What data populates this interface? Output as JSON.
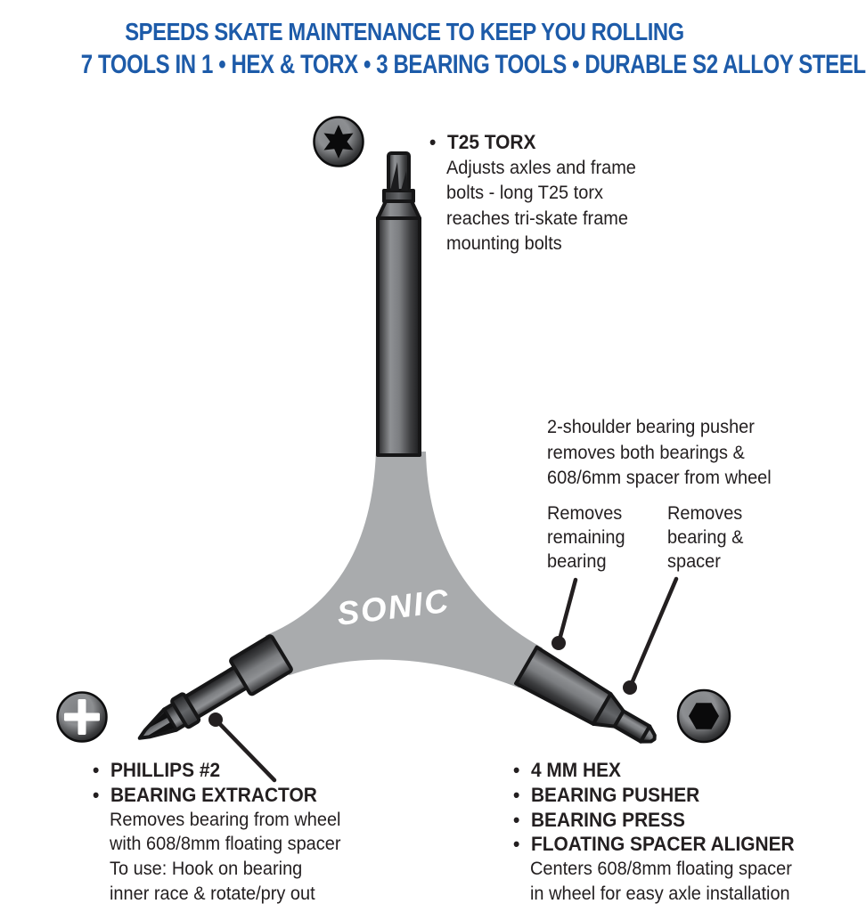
{
  "header": {
    "line1": "SPEEDS SKATE MAINTENANCE TO KEEP YOU ROLLING",
    "line2": "7 TOOLS IN 1 • HEX & TORX • 3 BEARING TOOLS • DURABLE S2 ALLOY STEEL"
  },
  "brand": {
    "name": "SONIC"
  },
  "ui": {
    "bullet": "•"
  },
  "callouts": {
    "torx": {
      "title": "T25 TORX",
      "lines": [
        "Adjusts axles and frame",
        "bolts - long T25 torx",
        "reaches tri-skate frame",
        "mounting bolts"
      ]
    },
    "pusher": {
      "lines": [
        "2-shoulder bearing pusher",
        "removes both bearings &",
        "608/6mm spacer from wheel"
      ]
    },
    "remaining": {
      "lines": [
        "Removes",
        "remaining",
        "bearing"
      ]
    },
    "spacer": {
      "lines": [
        "Removes",
        "bearing &",
        "spacer"
      ]
    },
    "left_list": {
      "bullets": [
        "PHILLIPS #2",
        "BEARING EXTRACTOR"
      ],
      "lines": [
        "Removes bearing from wheel",
        "with 608/8mm floating spacer",
        "To use: Hook on bearing",
        "inner race & rotate/pry out"
      ]
    },
    "right_list": {
      "bullets": [
        "4 MM HEX",
        "BEARING PUSHER",
        "BEARING PRESS",
        "FLOATING SPACER ALIGNER"
      ],
      "lines": [
        "Centers 608/8mm floating spacer",
        "in wheel for easy axle installation"
      ]
    }
  },
  "icons": {
    "torx": "torx-star-icon",
    "phillips": "phillips-cross-icon",
    "hex": "hex-socket-icon"
  },
  "colors": {
    "accent_blue": "#1d5ba9",
    "tool_body_gray": "#a9abad",
    "text_dark": "#231f20",
    "logo_white": "#ffffff"
  }
}
